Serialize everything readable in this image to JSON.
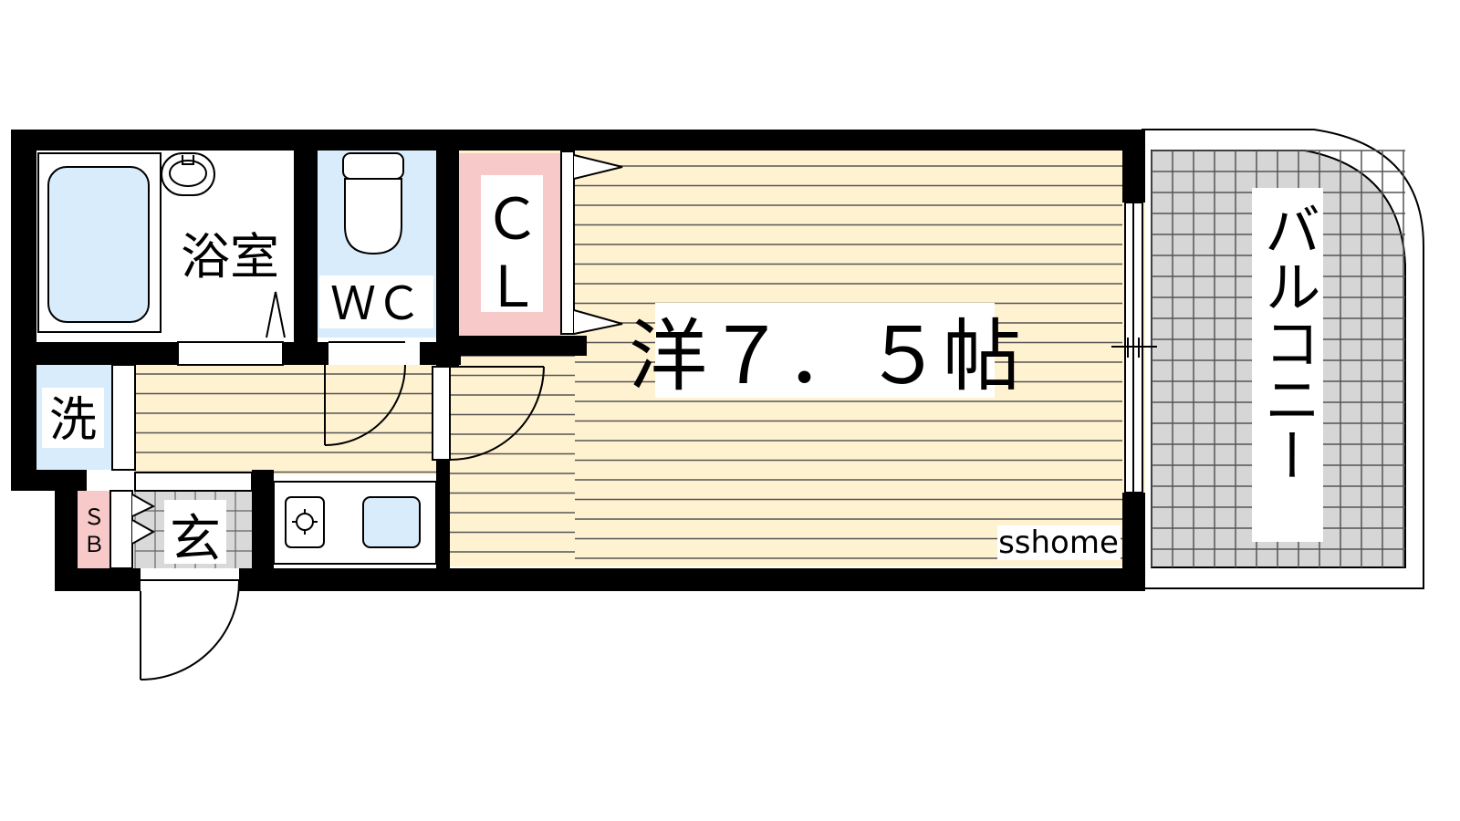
{
  "rooms": {
    "bath": "浴室",
    "wc": "ＷＣ",
    "closet_top": "Ｃ",
    "closet_bottom": "Ｌ",
    "western": "洋７．５帖",
    "wash": "洗",
    "shoebox_top": "Ｓ",
    "shoebox_bottom": "Ｂ",
    "entrance": "玄",
    "balcony": "バルコニー"
  },
  "watermark": "sshome",
  "colors": {
    "wall": "#000000",
    "floor_wood": "#fff2d0",
    "wood_lines": "#555555",
    "fixture_blue": "#d8ecfb",
    "closet_pink": "#f8c9c9",
    "balcony_tile": "#d6d6d6",
    "entrance_tile": "#d9d9d9"
  }
}
